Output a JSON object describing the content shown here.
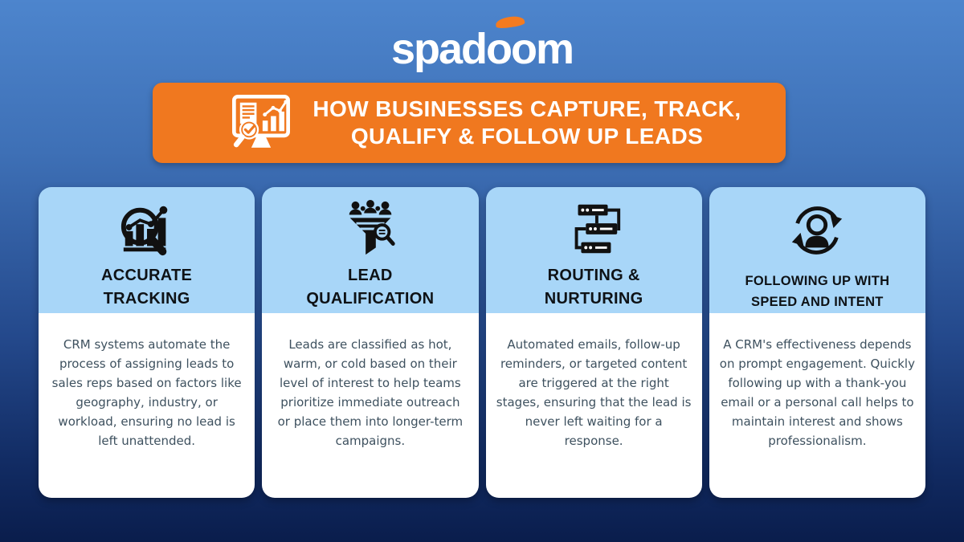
{
  "colors": {
    "background_top": "#4d85cd",
    "background_bottom": "#0a1d4c",
    "banner_orange": "#f0781f",
    "logo_accent_orange": "#f47b20",
    "card_header_blue": "#a8d6f8",
    "card_body_white": "#ffffff",
    "card_title_text": "#0e1216",
    "card_body_text": "#3e515f",
    "banner_text": "#ffffff"
  },
  "logo": {
    "name": "spadoom",
    "prefix": "spad",
    "mid": "oo",
    "suffix": "m",
    "swoosh_icon": "orange-swoosh-icon"
  },
  "banner": {
    "icon": "monitor-analytics-icon",
    "title_line1": "HOW BUSINESSES CAPTURE, TRACK,",
    "title_line2": "QUALIFY & FOLLOW UP LEADS"
  },
  "cards": [
    {
      "icon": "magnifier-bar-chart-icon",
      "title_line1": "ACCURATE",
      "title_line2": "TRACKING",
      "body": "CRM systems automate the process of assigning leads to sales reps based on factors like geography, industry, or workload, ensuring no lead is left unattended."
    },
    {
      "icon": "lead-funnel-icon",
      "title_line1": "LEAD",
      "title_line2": "QUALIFICATION",
      "body": "Leads are classified as hot, warm, or cold based on their level of interest to help teams prioritize immediate outreach or place them into longer-term campaigns."
    },
    {
      "icon": "routing-servers-icon",
      "title_line1": "ROUTING &",
      "title_line2": "NURTURING",
      "body": "Automated emails, follow-up reminders, or targeted content are triggered at the right stages, ensuring that the lead is never left waiting for a response."
    },
    {
      "icon": "person-refresh-icon",
      "title_line1": "FOLLOWING UP WITH",
      "title_line2": "SPEED AND INTENT",
      "body": "A CRM's effectiveness depends on prompt engagement. Quickly following up with a thank-you email or a personal call helps to maintain interest and shows professionalism."
    }
  ]
}
